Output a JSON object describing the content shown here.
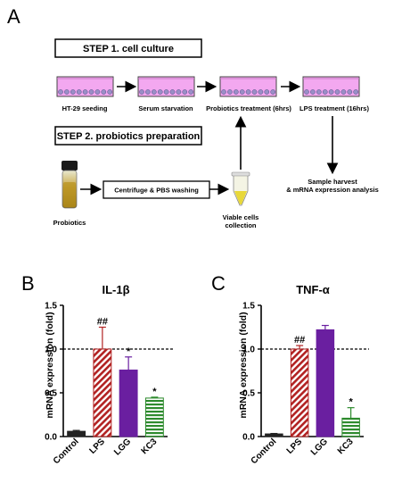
{
  "panels": {
    "a": "A",
    "b": "B",
    "c": "C"
  },
  "workflow": {
    "step1_title": "STEP 1. cell culture",
    "step2_title": "STEP 2. probiotics preparation",
    "stages": [
      "HT-29 seeding",
      "Serum starvation",
      "Probiotics treatment (6hrs)",
      "LPS treatment (16hrs)"
    ],
    "harvest_line1": "Sample harvest",
    "harvest_line2": "& mRNA expression analysis",
    "probiotics_label": "Probiotics",
    "centrifuge_label": "Centrifuge & PBS washing",
    "viable_line1": "Viable cells",
    "viable_line2": "collection"
  },
  "colors": {
    "dish_fill": "#f3a8f0",
    "dish_cells": "#9a8fc7",
    "lps": "#b22222",
    "lgg": "#6a1fa0",
    "kc3": "#2e8b2e",
    "control": "#222222"
  },
  "chart_data": [
    {
      "type": "bar",
      "title": "IL-1β",
      "ylabel": "mRNA expression (fold)",
      "categories": [
        "Control",
        "LPS",
        "LGG",
        "KC3"
      ],
      "values": [
        0.06,
        1.0,
        0.76,
        0.44
      ],
      "errors": [
        0.01,
        0.25,
        0.15,
        0.01
      ],
      "significance": [
        "",
        "##",
        "*",
        "*"
      ],
      "ylim": [
        0,
        1.5
      ],
      "yticks": [
        "0.0",
        "0.5",
        "1.0",
        "1.5"
      ],
      "reference_line": 1.0
    },
    {
      "type": "bar",
      "title": "TNF-α",
      "ylabel": "mRNA expression (fold)",
      "categories": [
        "Control",
        "LPS",
        "LGG",
        "KC3"
      ],
      "values": [
        0.03,
        1.0,
        1.22,
        0.21
      ],
      "errors": [
        0.005,
        0.04,
        0.05,
        0.12
      ],
      "significance": [
        "",
        "##",
        "",
        "*"
      ],
      "ylim": [
        0,
        1.5
      ],
      "yticks": [
        "0.0",
        "0.5",
        "1.0",
        "1.5"
      ],
      "reference_line": 1.0
    }
  ]
}
